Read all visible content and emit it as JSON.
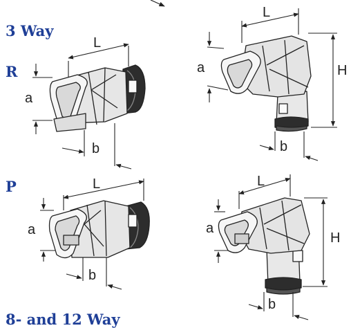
{
  "headings": {
    "three_way": "3 Way",
    "variant_r": "R",
    "variant_p": "P",
    "eight_twelve_way": "8- and 12 Way"
  },
  "dimensions": {
    "length": "L",
    "width": "a",
    "depth": "b",
    "height": "H"
  },
  "colors": {
    "heading": "#1f3f97",
    "drawing": "#222222",
    "body_fill": "#e9e9e9"
  },
  "drawings": [
    "connector-3way-r-straight",
    "connector-3way-r-angled",
    "connector-3way-p-straight",
    "connector-3way-p-angled"
  ]
}
